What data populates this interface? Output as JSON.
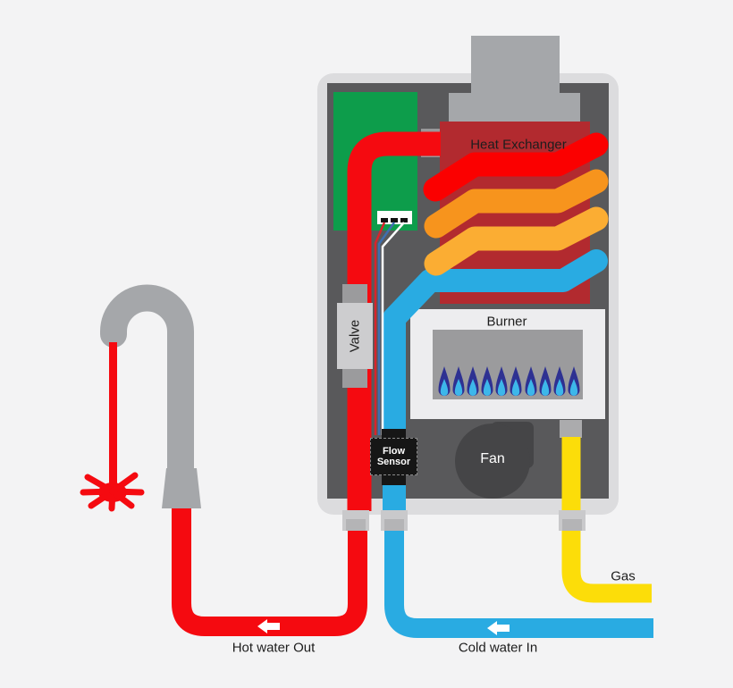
{
  "diagram": {
    "type": "tankless-gas-water-heater-cutaway",
    "labels": {
      "heat_exchanger": "Heat Exchanger",
      "burner": "Burner",
      "fan": "Fan",
      "valve": "Valve",
      "flow_sensor_line1": "Flow",
      "flow_sensor_line2": "Sensor",
      "gas": "Gas",
      "hot_water_out": "Hot water Out",
      "cold_water_in": "Cold water In"
    },
    "burner_flame_count": 10,
    "flow_arrows": [
      {
        "on": "hot-water-pipe",
        "direction": "left"
      },
      {
        "on": "cold-water-pipe",
        "direction": "left"
      }
    ],
    "colors": {
      "hot_pipe": "#f50a10",
      "cold_pipe": "#29abe2",
      "gas_pipe": "#fcdd09",
      "coil_red": "#fb0000",
      "coil_orange_dark": "#f7941d",
      "coil_orange_light": "#fbad33",
      "heat_exchanger_body": "#b22a2f",
      "circuit_board_green": "#0d9d4b",
      "cabinet_frame": "#dcdcde",
      "cabinet_interior": "#59595b",
      "metal_gray": "#a5a7aa",
      "flame_outer": "#2e3192",
      "flame_inner": "#3db7ea",
      "fan_body": "#454547"
    }
  }
}
